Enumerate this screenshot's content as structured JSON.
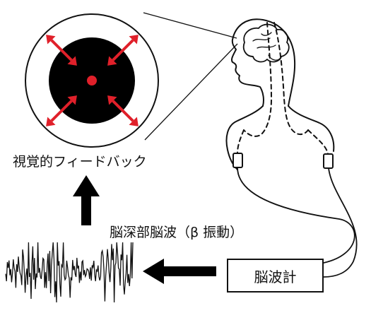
{
  "labels": {
    "visual_feedback": "視覚的フィードバック",
    "eeg_caption": "脳深部脳波（β 振動）",
    "eeg_meter": "脳波計"
  },
  "colors": {
    "ink": "#111111",
    "arrow_red": "#e0202a",
    "disk": "#000000"
  },
  "icons": {
    "display_target": "disk-with-outward-arrows",
    "arrow_up": "block-arrow-up",
    "arrow_left": "block-arrow-left",
    "patient": "head-and-torso-outline"
  }
}
